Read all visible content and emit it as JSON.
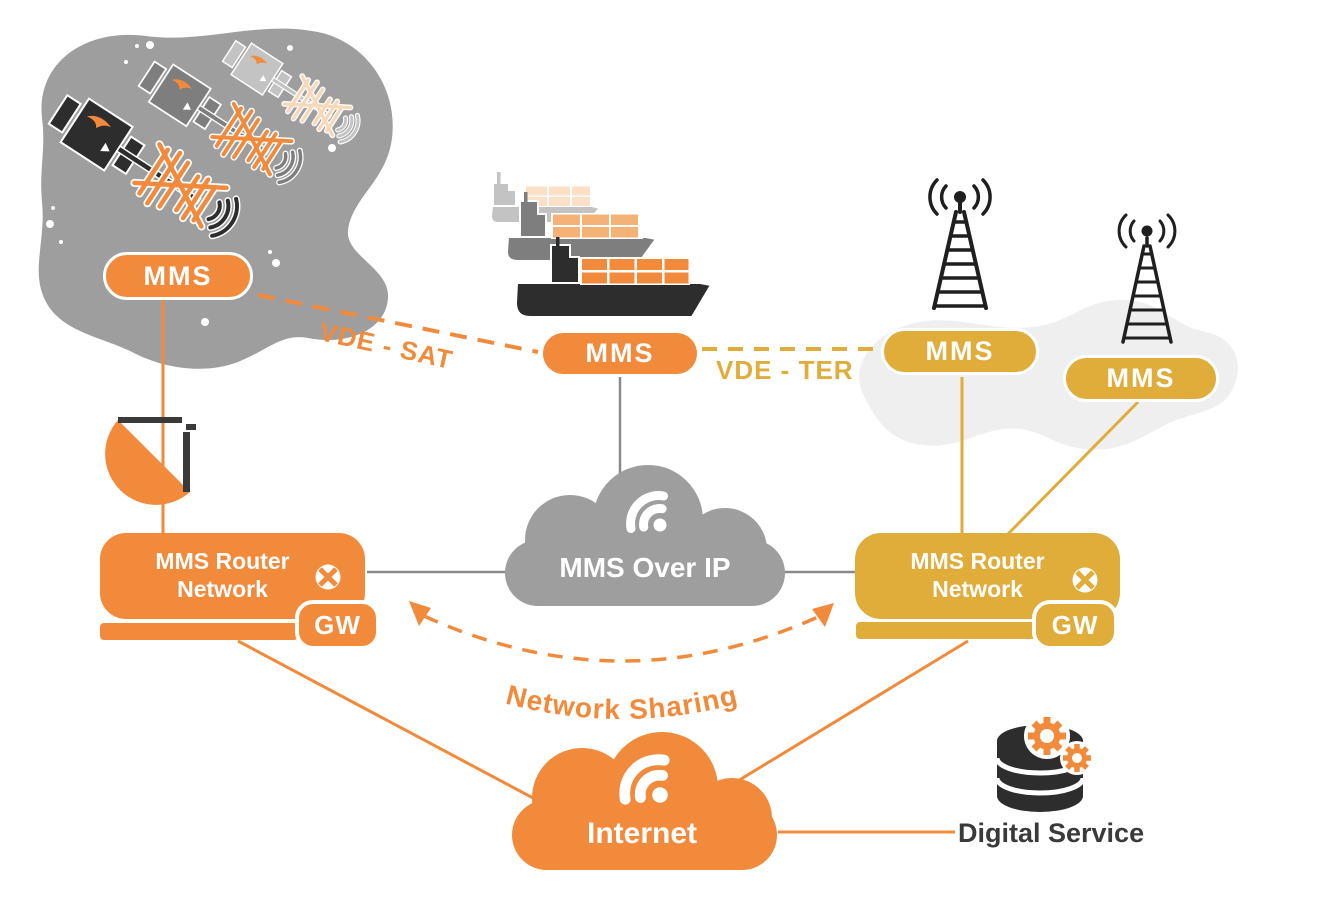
{
  "colors": {
    "orange": "#F28A3C",
    "gold": "#E0AC3A",
    "gray_blob": "#9E9E9E",
    "light_gray_blob": "#F0EFEF",
    "ink": "#2D2D2D",
    "container_orange": "#F28A3C",
    "container_mid": "#F5B276",
    "container_pale": "#FBE0C6"
  },
  "badges": {
    "satellite": "MMS",
    "ship": "MMS",
    "terrestrial_1": "MMS",
    "terrestrial_2": "MMS"
  },
  "links": {
    "vde_sat": "VDE - SAT",
    "vde_ter": "VDE - TER",
    "network_sharing": "Network Sharing"
  },
  "nodes": {
    "router_left": {
      "label_line1": "MMS Router",
      "label_line2": "Network",
      "gateway": "GW"
    },
    "router_right": {
      "label_line1": "MMS Router",
      "label_line2": "Network",
      "gateway": "GW"
    },
    "mms_over_ip": {
      "label": "MMS Over IP"
    },
    "internet": {
      "label": "Internet"
    },
    "digital_service": {
      "label": "Digital Service"
    }
  },
  "icons": {
    "satellites": "satellite constellation",
    "ship": "container ships",
    "radio_tower": "radio tower with signal waves",
    "satellite_dish": "ground satellite dish",
    "wifi": "wifi waves",
    "crossed_circle": "crossed circle router marker",
    "database_gears": "database with gears"
  }
}
